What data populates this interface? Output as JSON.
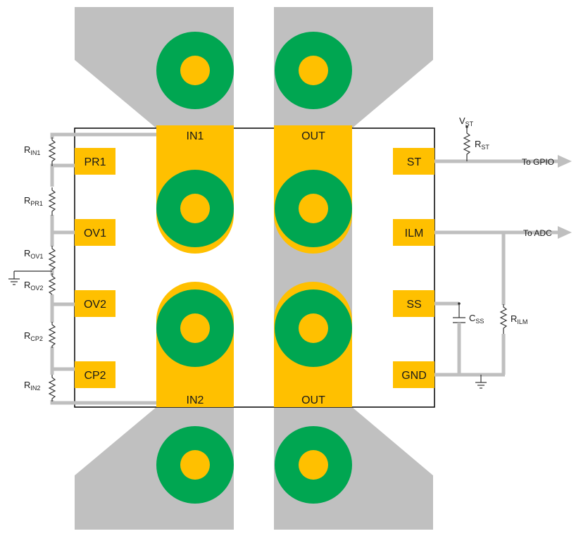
{
  "colors": {
    "copper": "#c0c0c0",
    "pad": "#ffc000",
    "via": "#00a651",
    "outline": "#000000",
    "wire": "#bfbfbf"
  },
  "pins": {
    "in1": "IN1",
    "in2": "IN2",
    "out_top": "OUT",
    "out_bottom": "OUT",
    "pr1": "PR1",
    "ov1": "OV1",
    "ov2": "OV2",
    "cp2": "CP2",
    "st": "ST",
    "ilm": "ILM",
    "ss": "SS",
    "gnd": "GND"
  },
  "components": {
    "r_in1": {
      "main": "R",
      "sub": "IN1"
    },
    "r_pr1": {
      "main": "R",
      "sub": "PR1"
    },
    "r_ov1": {
      "main": "R",
      "sub": "OV1"
    },
    "r_ov2": {
      "main": "R",
      "sub": "OV2"
    },
    "r_cp2": {
      "main": "R",
      "sub": "CP2"
    },
    "r_in2": {
      "main": "R",
      "sub": "IN2"
    },
    "v_st": {
      "main": "V",
      "sub": "ST"
    },
    "r_st": {
      "main": "R",
      "sub": "ST"
    },
    "c_ss": {
      "main": "C",
      "sub": "SS"
    },
    "r_ilm": {
      "main": "R",
      "sub": "ILM"
    }
  },
  "signals": {
    "gpio": "To GPIO",
    "adc": "To ADC"
  }
}
